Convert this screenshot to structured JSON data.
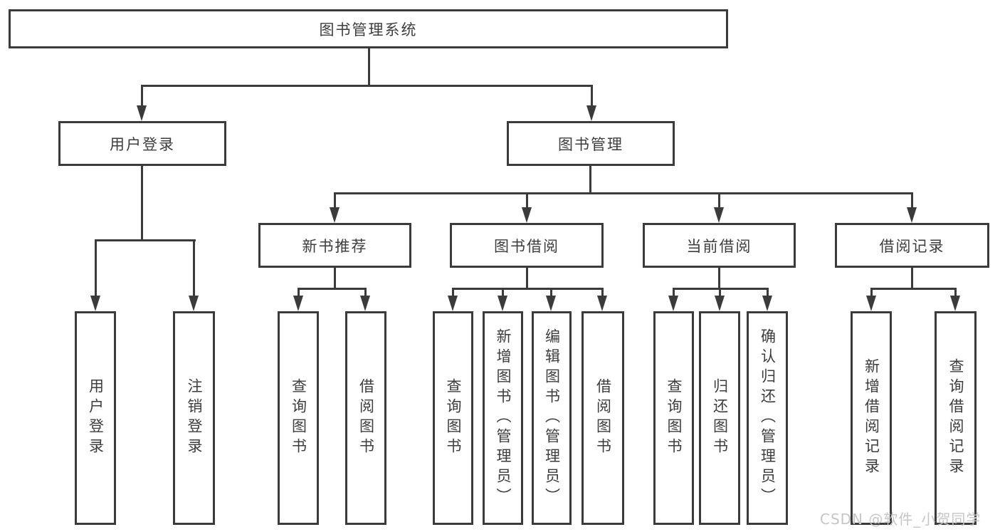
{
  "tree": {
    "root": "图书管理系统",
    "children": [
      {
        "label": "用户登录",
        "children": [
          "用户登录",
          "注销登录"
        ]
      },
      {
        "label": "图书管理",
        "children": [
          {
            "label": "新书推荐",
            "children": [
              "查询图书",
              "借阅图书"
            ]
          },
          {
            "label": "图书借阅",
            "children": [
              "查询图书",
              "新增图书（管理员）",
              "编辑图书（管理员）",
              "借阅图书"
            ]
          },
          {
            "label": "当前借阅",
            "children": [
              "查询图书",
              "归还图书",
              "确认归还（管理员）"
            ]
          },
          {
            "label": "借阅记录",
            "children": [
              "新增借阅记录",
              "查询借阅记录"
            ]
          }
        ]
      }
    ]
  },
  "watermark": {
    "text": "CSDN @软件_小贺同学"
  },
  "colors": {
    "line": "#3b3b3b",
    "text": "#3d3d3d",
    "background": "#ffffff",
    "watermark": "#c6c6c6"
  }
}
